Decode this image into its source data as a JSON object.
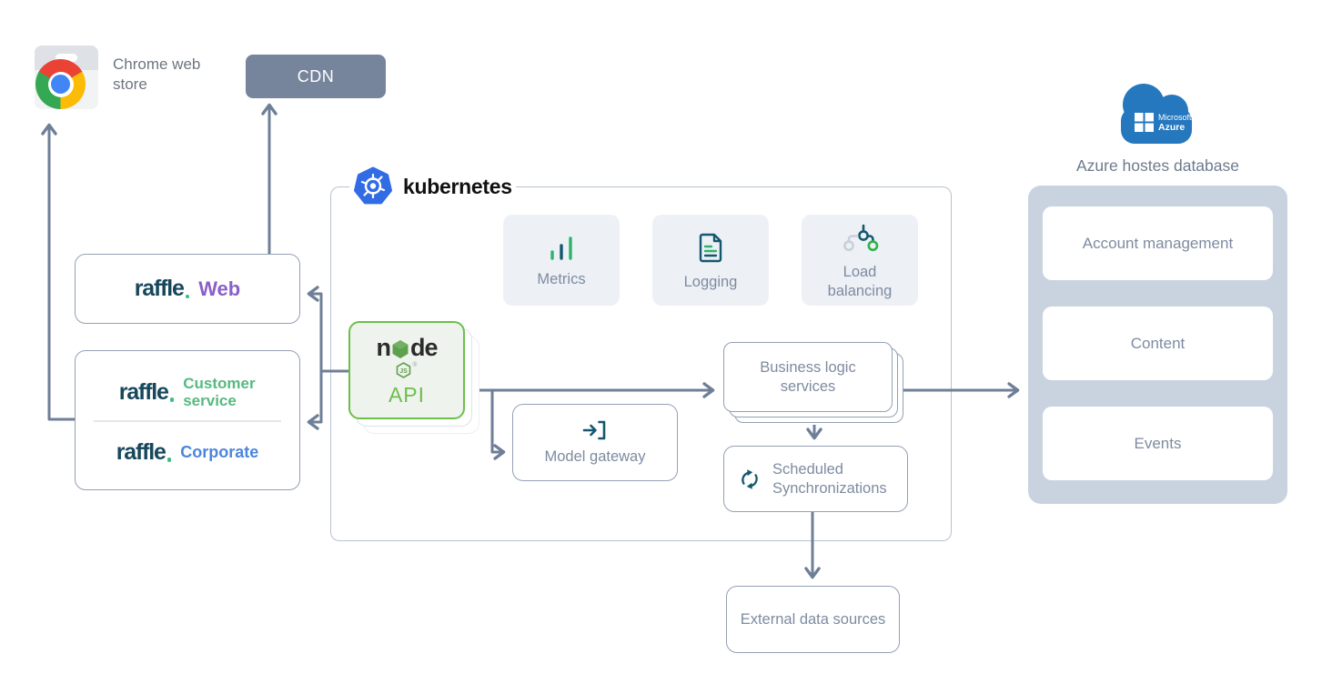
{
  "colors": {
    "arrow": "#6f7f97",
    "box_border": "#93a0b4",
    "box_text": "#7e8ba0",
    "cdn_bg": "#76849c",
    "kubernetes_blue": "#326ce5",
    "node_green": "#6cbf4b",
    "navy_icon": "#15586e",
    "icon_green": "#2db36a",
    "raffle_teal": "#17475c",
    "web_purple": "#8a5fc8",
    "customer_green": "#57b97e",
    "corporate_blue": "#4c86dd",
    "azure_blue": "#2577be",
    "azure_container_bg": "#c9d3df",
    "tile_bg": "#edf1f6"
  },
  "chrome_store": {
    "label": "Chrome web store"
  },
  "cdn": {
    "label": "CDN"
  },
  "kubernetes": {
    "title": "kubernetes",
    "tiles": [
      {
        "label": "Metrics"
      },
      {
        "label": "Logging"
      },
      {
        "label": "Load balancing"
      }
    ]
  },
  "node_api": {
    "brand_part1": "n",
    "brand_part2": "de",
    "brand_sub": "js",
    "registered": "®",
    "label": "API"
  },
  "model_gateway": {
    "label": "Model gateway"
  },
  "business_logic": {
    "label": "Business logic services"
  },
  "scheduled_sync": {
    "label": "Scheduled Synchronizations"
  },
  "external_data": {
    "label": "External data sources"
  },
  "raffle": {
    "brand": "raffle",
    "web": "Web",
    "customer_service": "Customer service",
    "corporate": "Corporate"
  },
  "azure": {
    "cloud_line1": "Microsoft",
    "cloud_line2": "Azure",
    "label": "Azure hostes database",
    "boxes": [
      "Account management",
      "Content",
      "Events"
    ]
  }
}
